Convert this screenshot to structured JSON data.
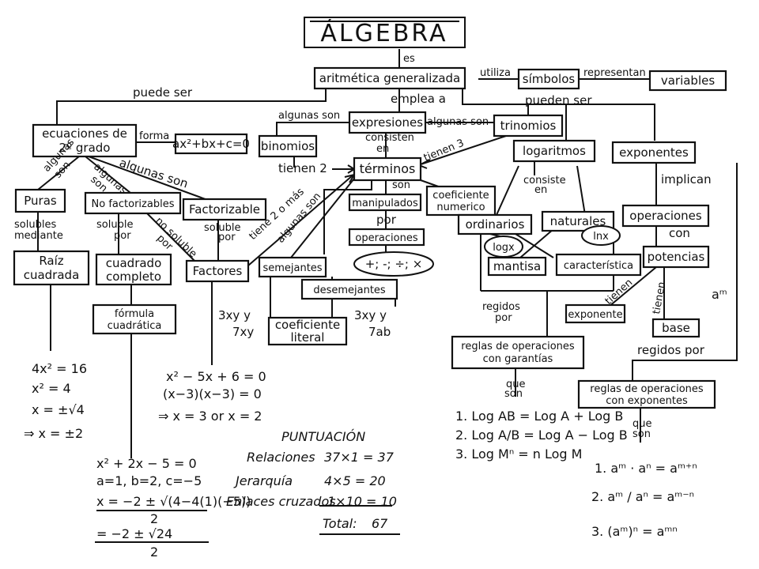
{
  "title": "ÁLGEBRA",
  "nodes": {
    "aritmetica": "aritmética generalizada",
    "simbolos": "símbolos",
    "variables": "variables",
    "ecuaciones_1": "ecuaciones de",
    "ecuaciones_2": "2º grado",
    "forma_eq": "ax²+bx+c=0",
    "expresiones": "expresiones",
    "trinomios": "trinomios",
    "binomios": "binomios",
    "terminos": "términos",
    "logaritmos": "logaritmos",
    "exponentes": "exponentes",
    "puras": "Puras",
    "no_factorizables": "No factorizables",
    "factorizable": "Factorizable",
    "manipulados": "manipulados",
    "coef_numerico_1": "coeficiente",
    "coef_numerico_2": "numerico",
    "operaciones": "operaciones",
    "ordinarios": "ordinarios",
    "naturales": "naturales",
    "operaciones_exp": "operaciones",
    "logx": "logx",
    "lnx": "lnx",
    "raiz_1": "Raíz",
    "raiz_2": "cuadrada",
    "cuadrado_1": "cuadrado",
    "cuadrado_2": "completo",
    "factores": "Factores",
    "semejantes": "semejantes",
    "ops_symbols": "+; -; ÷; ×",
    "mantisa": "mantisa",
    "caracteristica": "característica",
    "potencias": "potencias",
    "desemejantes": "desemejantes",
    "formula_1": "fórmula",
    "formula_2": "cuadrática",
    "coef_literal_1": "coeficiente",
    "coef_literal_2": "literal",
    "exponente": "exponente",
    "base": "base",
    "reglas_log_1": "reglas de operaciones",
    "reglas_log_2": "con garantías",
    "reglas_exp_1": "reglas de operaciones",
    "reglas_exp_2": "con exponentes"
  },
  "links": {
    "es": "es",
    "utiliza": "utiliza",
    "representan": "representan",
    "puede_ser": "puede ser",
    "emplea": "emplea a",
    "pueden_ser": "pueden ser",
    "algunas_son_left": "algunas son",
    "algunas_son_right": "algunas son",
    "forma": "forma",
    "tienen2": "tienen 2",
    "consisten_1": "consisten",
    "consisten_2": "en",
    "tienen3": "tienen 3",
    "algunas_son_eq": "algunas son",
    "algunas_1": "algunas",
    "algunas_2": "son",
    "algunas_son_small_1": "algunas",
    "algunas_son_small_2": "son",
    "son": "son",
    "consiste_1": "consiste",
    "consiste_2": "en",
    "implican": "implican",
    "solubles_1": "solubles",
    "solubles_2": "mediante",
    "soluble_por_1": "soluble",
    "soluble_por_2": "por",
    "no_soluble_1": "no soluble",
    "no_soluble_2": "por",
    "soluble_por_3": "soluble",
    "soluble_por_4": "por",
    "tiene_2_o_mas": "tiene 2 o más",
    "algunas_son_diag": "algunas son",
    "por": "por",
    "con": "con",
    "tienen_1": "tienen",
    "tienen_2": "tienen",
    "regidos_por_1": "regidos",
    "regidos_por_2": "por",
    "regidos_por_exp": "regidos por",
    "que_son_1": "que",
    "que_son_2": "son",
    "que_son_3": "que",
    "que_son_4": "son"
  },
  "examples": {
    "semejantes_ex_1": "3xy y",
    "semejantes_ex_2": "7xy",
    "desemejantes_ex_1": "3xy y",
    "desemejantes_ex_2": "7ab",
    "am": "aᵐ"
  },
  "equations": {
    "puras": [
      "4x² = 16",
      "x² = 4",
      "x = ±√4",
      "⇒ x = ±2"
    ],
    "factores": [
      "x² − 5x + 6 = 0",
      "(x−3)(x−3) = 0",
      "⇒ x = 3 or x = 2"
    ],
    "formula": [
      "x² + 2x − 5 = 0",
      "a=1, b=2, c=−5",
      "x = −2 ± √(4−4(1)(−5))",
      "2",
      "= −2 ± √24",
      "2"
    ],
    "log_rules": [
      "1. Log AB = Log A + Log B",
      "2. Log A/B = Log A − Log B",
      "3. Log Mⁿ = n Log M"
    ],
    "exp_rules": [
      "1. aᵐ · aⁿ = aᵐ⁺ⁿ",
      "2. aᵐ / aⁿ = aᵐ⁻ⁿ",
      "3. (aᵐ)ⁿ = aᵐⁿ"
    ]
  },
  "score": {
    "heading": "PUNTUACIÓN",
    "rows": [
      {
        "label": "Relaciones",
        "value": "37×1 = 37"
      },
      {
        "label": "Jerarquía",
        "value": "4×5 = 20"
      },
      {
        "label": "Enlaces cruzados",
        "value": "1×10 = 10"
      },
      {
        "label": "Total:",
        "value": "67"
      }
    ]
  }
}
